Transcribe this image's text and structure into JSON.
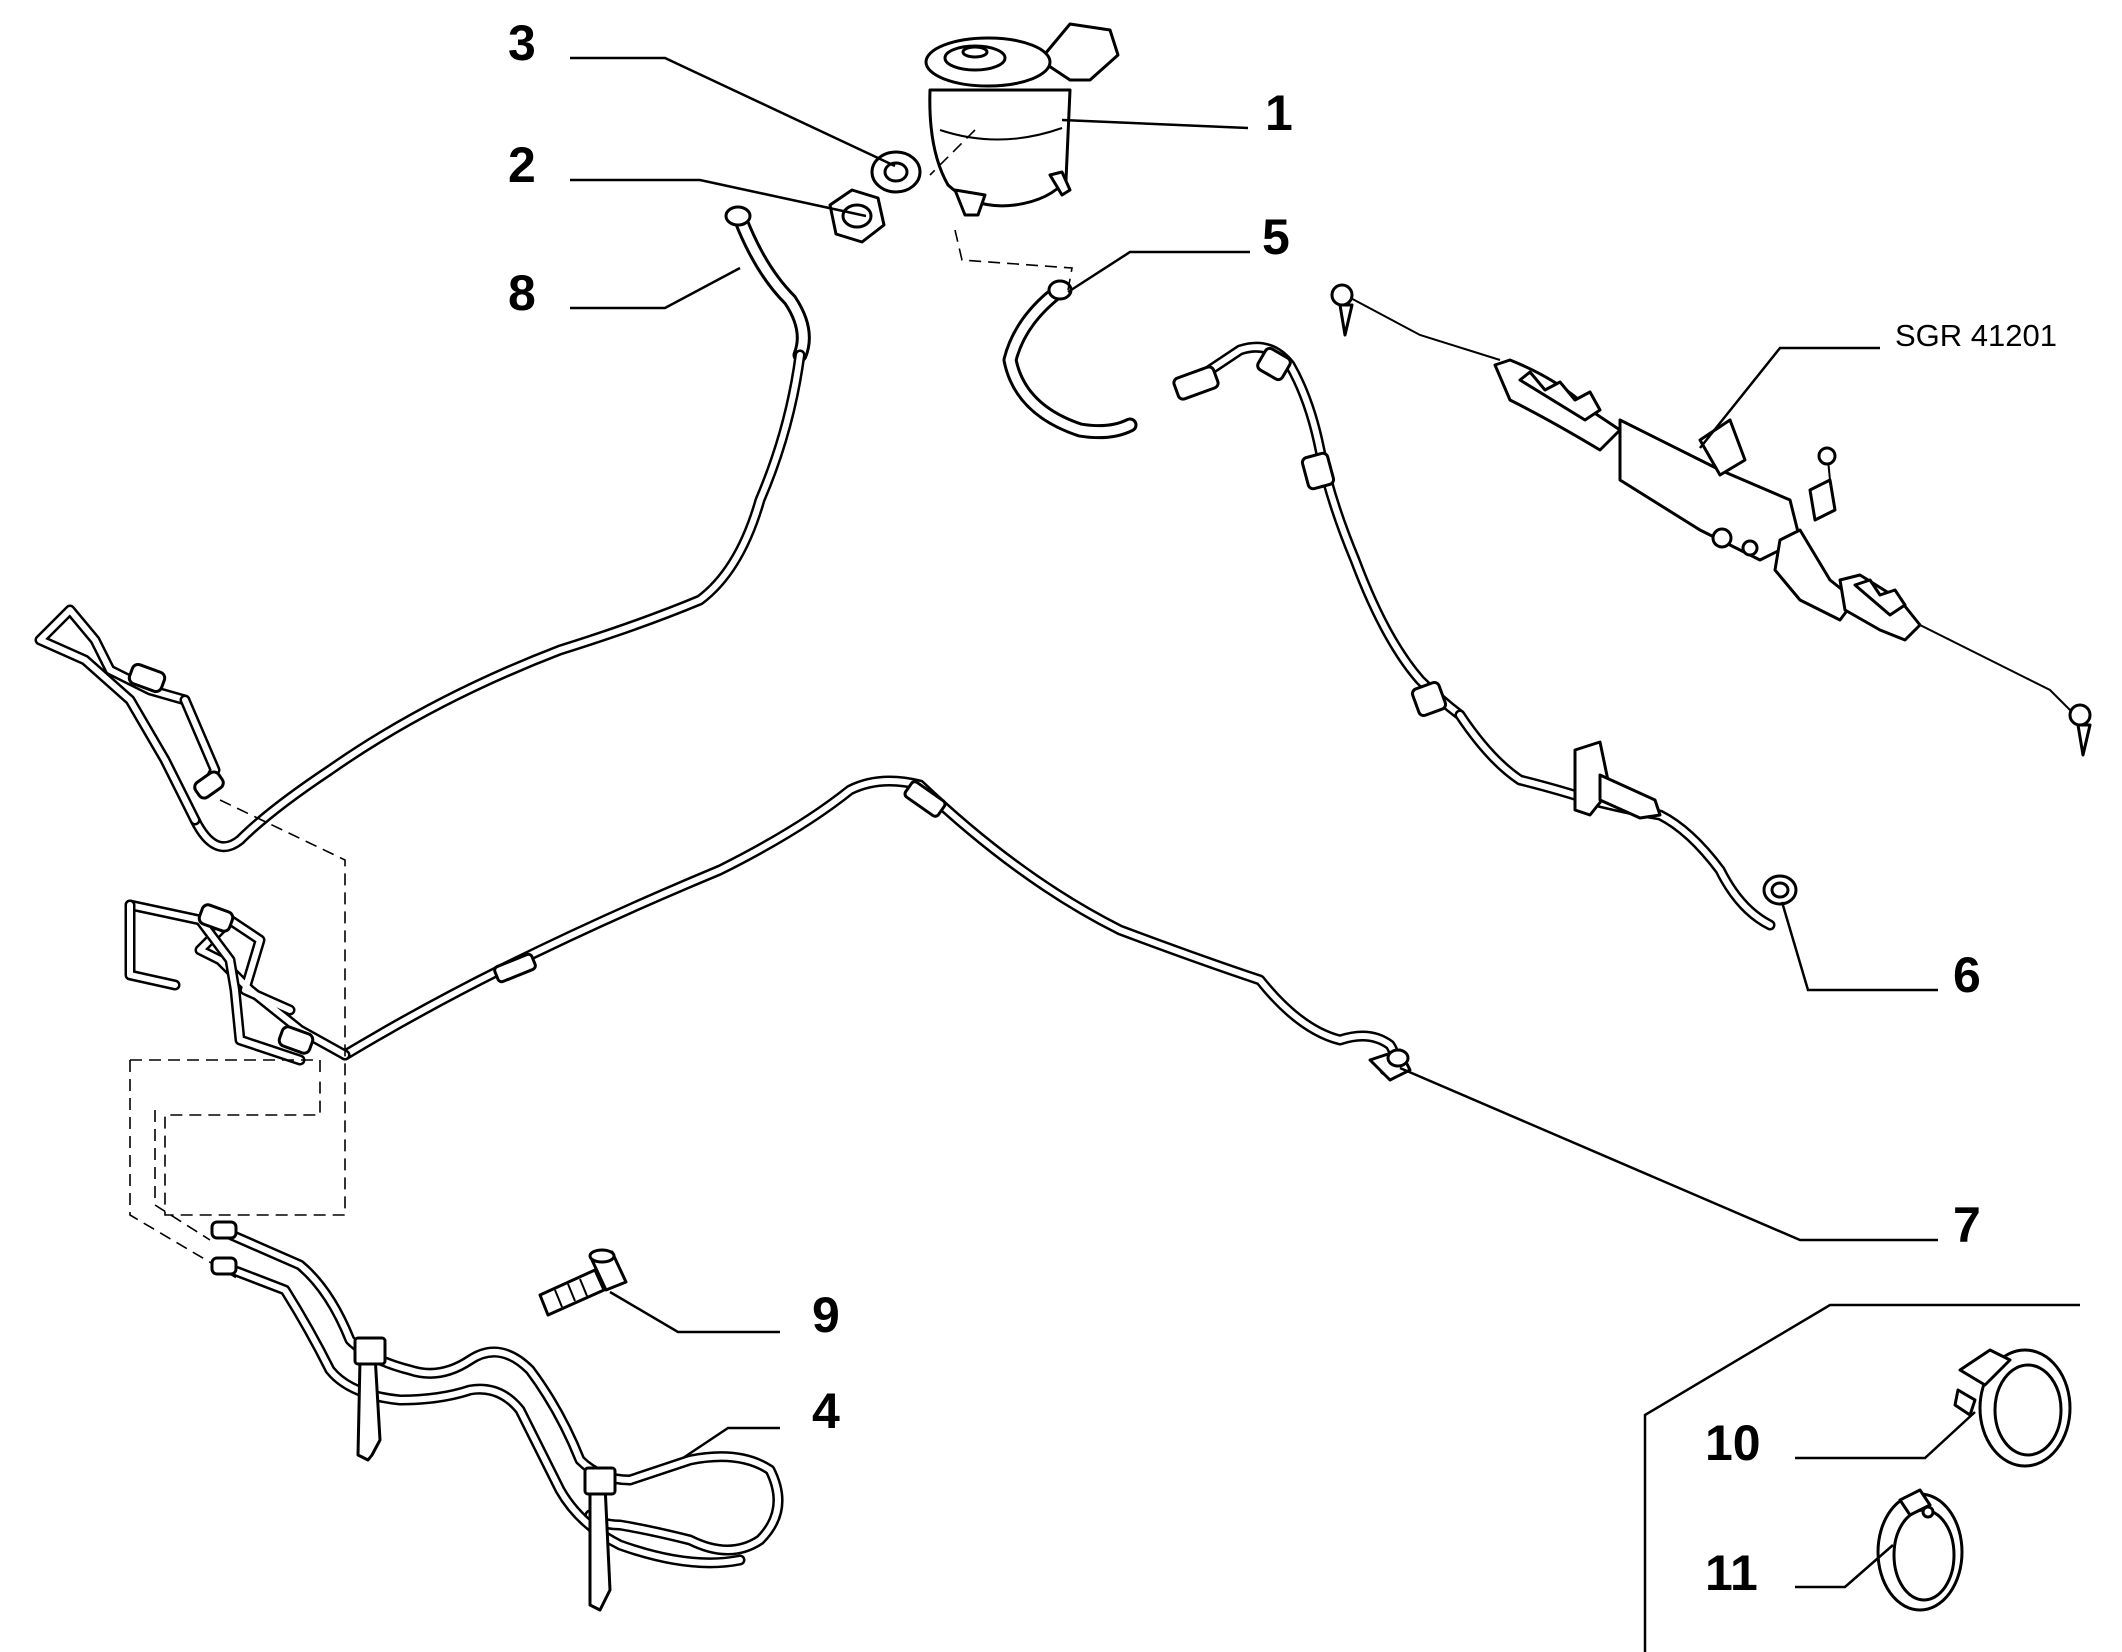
{
  "diagram": {
    "reference_code": "SGR 41201",
    "callouts": [
      {
        "id": "1",
        "label": "1"
      },
      {
        "id": "2",
        "label": "2"
      },
      {
        "id": "3",
        "label": "3"
      },
      {
        "id": "4",
        "label": "4"
      },
      {
        "id": "5",
        "label": "5"
      },
      {
        "id": "6",
        "label": "6"
      },
      {
        "id": "7",
        "label": "7"
      },
      {
        "id": "8",
        "label": "8"
      },
      {
        "id": "9",
        "label": "9"
      },
      {
        "id": "10",
        "label": "10"
      },
      {
        "id": "11",
        "label": "11"
      }
    ]
  }
}
